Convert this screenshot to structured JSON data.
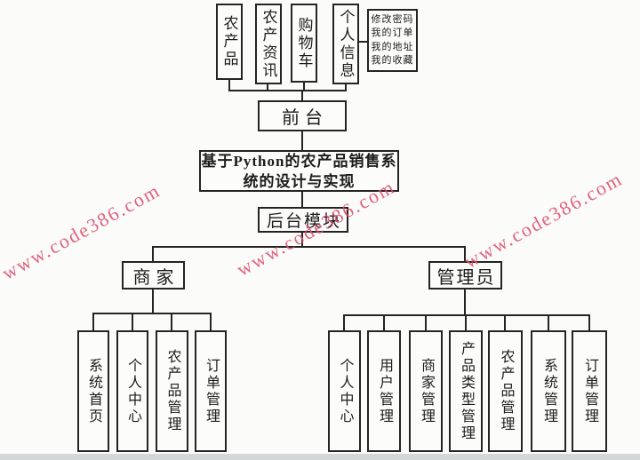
{
  "diagram": {
    "title_line1": "基于Python的农产品销售系",
    "title_line2": "统的设计与实现",
    "front_label": "前台",
    "backend_label": "后台模块",
    "merchant_label": "商家",
    "admin_label": "管理员",
    "front_modules": [
      "农产品",
      "农产资讯",
      "购物车",
      "个人信息"
    ],
    "personal_info_items": [
      "修改密码",
      "我的订单",
      "我的地址",
      "我的收藏"
    ],
    "merchant_modules": [
      "系统首页",
      "个人中心",
      "农产品管理",
      "订单管理"
    ],
    "admin_modules": [
      "个人中心",
      "用户管理",
      "商家管理",
      "产品类型管理",
      "农产品管理",
      "系统管理",
      "订单管理"
    ]
  },
  "watermark": {
    "text": "www.code386.com",
    "color": "#dd4f6c"
  },
  "colors": {
    "line": "#242424",
    "background": "#fbfbfa",
    "footer_bar": "#d3d7da"
  }
}
